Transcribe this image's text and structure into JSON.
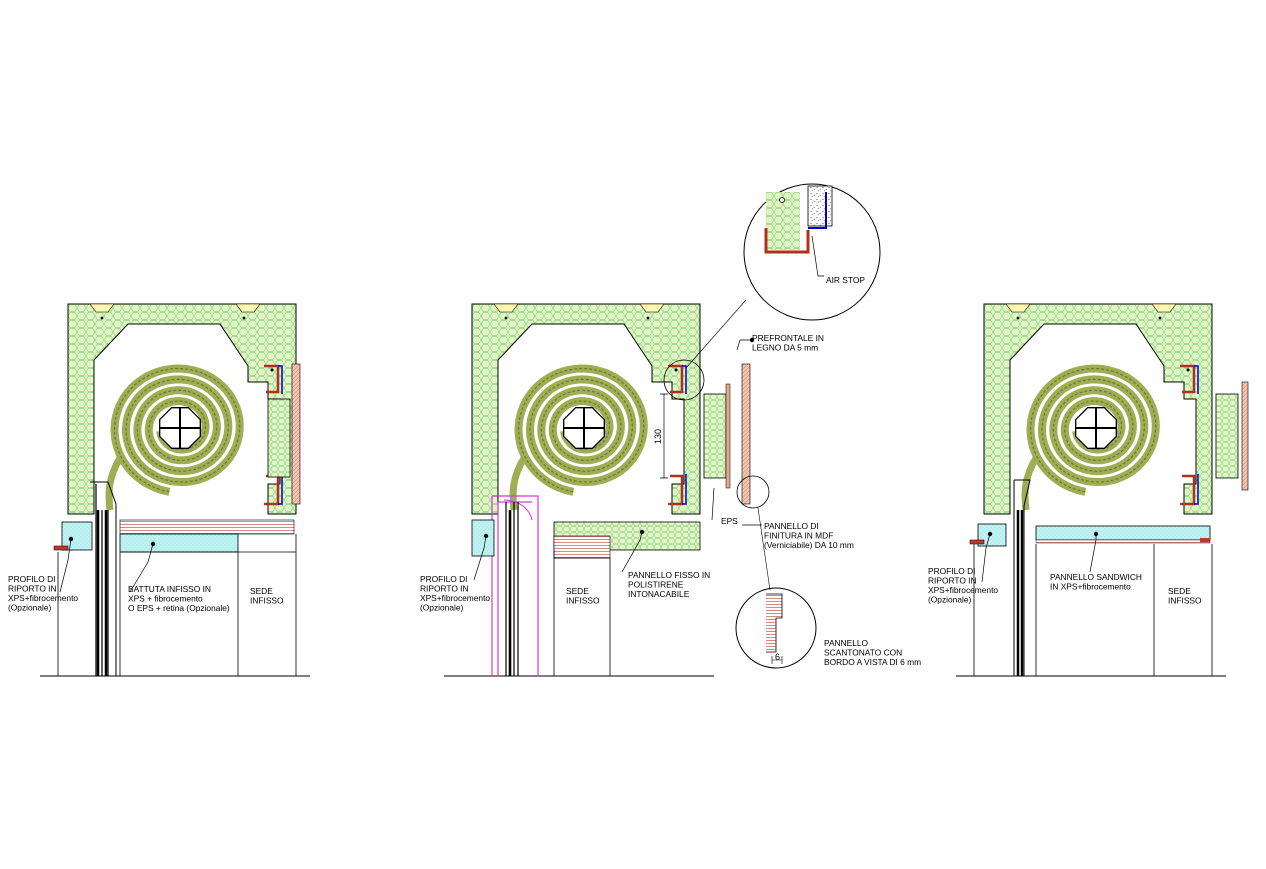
{
  "colors": {
    "insulation_fill": "#d9f0b4",
    "insulation_hex": "#7fd08a",
    "roll": "#9fae55",
    "xps_cyan": "#bff3f3",
    "wood": "#e5a98e",
    "red": "#c0392b",
    "blue": "#0000cc",
    "magenta": "#d13bd1",
    "concrete": "#555555",
    "line": "#000000"
  },
  "left": {
    "label_profilo": [
      "PROFILO DI",
      "RIPORTO IN",
      "XPS+fibrocemento",
      "(Opzionale)"
    ],
    "label_battuta": [
      "BATTUTA INFISSO IN",
      "XPS + fibrocemento",
      "O EPS + retina (Opzionale)"
    ],
    "label_sede": [
      "SEDE",
      "INFISSO"
    ]
  },
  "center": {
    "label_profilo": [
      "PROFILO DI",
      "RIPORTO IN",
      "XPS+fibrocemento",
      "(Opzionale)"
    ],
    "label_pannello_fisso": [
      "PANNELLO FISSO IN",
      "POLISTIRENE",
      "INTONACABILE"
    ],
    "label_sede": [
      "SEDE",
      "INFISSO"
    ],
    "label_prefrontale": [
      "PREFRONTALE IN",
      "LEGNO DA 5 mm"
    ],
    "label_eps": "EPS",
    "label_finitura": [
      "PANNELLO DI",
      "FINITURA IN MDF",
      "(Verniciabile) DA 10 mm"
    ],
    "label_scantonato": [
      "PANNELLO",
      "SCANTONATO CON",
      "BORDO A VISTA DI 6 mm"
    ],
    "label_air_stop": "AIR STOP",
    "dim_130": "130",
    "dim_6": "6"
  },
  "right": {
    "label_profilo": [
      "PROFILO DI",
      "RIPORTO IN",
      "XPS+fibrocemento",
      "(Opzionale)"
    ],
    "label_sandwich": [
      "PANNELLO SANDWICH",
      "IN XPS+fibrocemento"
    ],
    "label_sede": [
      "SEDE",
      "INFISSO"
    ]
  }
}
